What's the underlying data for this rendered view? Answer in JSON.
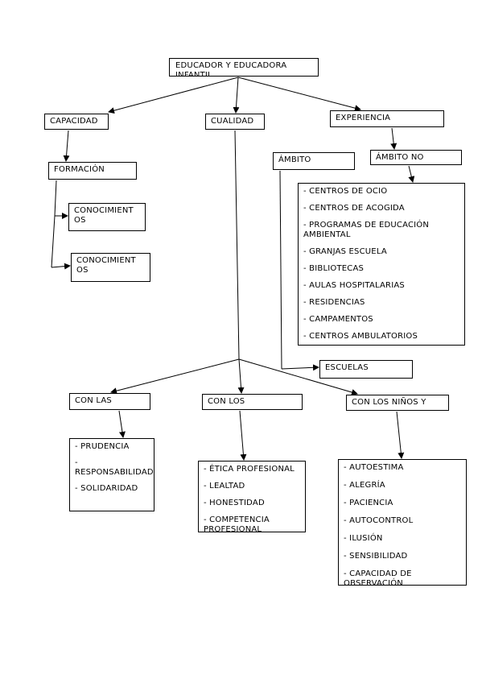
{
  "diagram": {
    "root": "EDUCADOR Y EDUCADORA INFANTIL",
    "capacidad": "CAPACIDAD",
    "cualidad": "CUALIDAD",
    "experiencia": "EXPERIENCIA",
    "formacion": "FORMACIÓN",
    "ambito": "ÁMBITO",
    "ambito_no": "ÁMBITO NO",
    "conocimientos_1": "CONOCIMIENT OS",
    "conocimientos_2": "CONOCIMIENT OS",
    "ambito_no_items": [
      "- CENTROS DE OCIO",
      "- CENTROS DE ACOGIDA",
      "- PROGRAMAS DE EDUCACIÓN AMBIENTAL",
      "- GRANJAS ESCUELA",
      "- BIBLIOTECAS",
      "- AULAS HOSPITALARIAS",
      "- RESIDENCIAS",
      "- CAMPAMENTOS",
      "- CENTROS AMBULATORIOS"
    ],
    "escuelas": "ESCUELAS",
    "con_las": "CON LAS",
    "con_los": "CON LOS",
    "con_los_ninos": "CON LOS NIÑOS Y",
    "con_las_items": [
      "- PRUDENCIA",
      "- RESPONSABILIDAD",
      "- SOLIDARIDAD"
    ],
    "con_los_items": [
      "- ÉTICA PROFESIONAL",
      "- LEALTAD",
      "- HONESTIDAD",
      "- COMPETENCIA PROFESIONAL"
    ],
    "con_los_ninos_items": [
      "- AUTOESTIMA",
      "- ALEGRÍA",
      "- PACIENCIA",
      "- AUTOCONTROL",
      "- ILUSIÓN",
      "- SENSIBILIDAD",
      "- CAPACIDAD DE OBSERVACIÓN"
    ],
    "colors": {
      "line": "#000000",
      "box_border": "#000000",
      "background": "#ffffff"
    }
  }
}
